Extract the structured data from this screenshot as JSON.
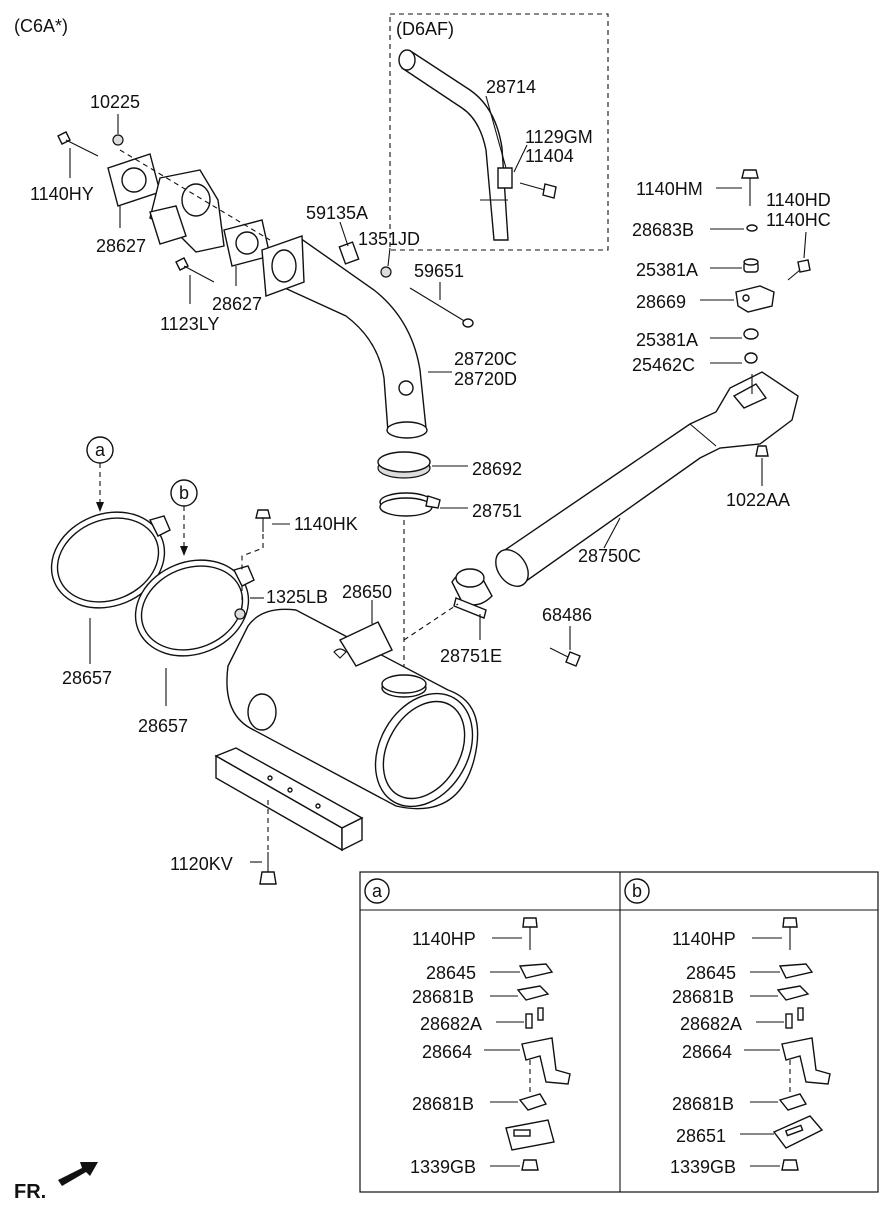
{
  "diagram": {
    "variant_top": "(C6A*)",
    "variant_box": "(D6AF)",
    "front_label": "FR.",
    "callout_a": "a",
    "callout_b": "b",
    "labels": {
      "p10225": "10225",
      "p1140HY": "1140HY",
      "p28627a": "28627",
      "p28627b": "28627",
      "p1123LY": "1123LY",
      "p59135A": "59135A",
      "p1351JD": "1351JD",
      "p59651": "59651",
      "p28720C": "28720C",
      "p28720D": "28720D",
      "p28714": "28714",
      "p1129GM": "1129GM",
      "p11404": "11404",
      "p1140HM": "1140HM",
      "p1140HD": "1140HD",
      "p1140HC": "1140HC",
      "p28683B": "28683B",
      "p25381A_1": "25381A",
      "p28669": "28669",
      "p25381A_2": "25381A",
      "p25462C": "25462C",
      "p1022AA": "1022AA",
      "p28692": "28692",
      "p28751": "28751",
      "p28750C": "28750C",
      "p1140HK": "1140HK",
      "p1325LB": "1325LB",
      "p28650": "28650",
      "p68486": "68486",
      "p28751E": "28751E",
      "p28657a": "28657",
      "p28657b": "28657",
      "p1120KV": "1120KV"
    },
    "detail_a": {
      "header": "a",
      "labels": [
        "1140HP",
        "28645",
        "28681B",
        "28682A",
        "28664",
        "28681B",
        "1339GB"
      ]
    },
    "detail_b": {
      "header": "b",
      "labels": [
        "1140HP",
        "28645",
        "28681B",
        "28682A",
        "28664",
        "28681B",
        "28651",
        "1339GB"
      ]
    }
  }
}
